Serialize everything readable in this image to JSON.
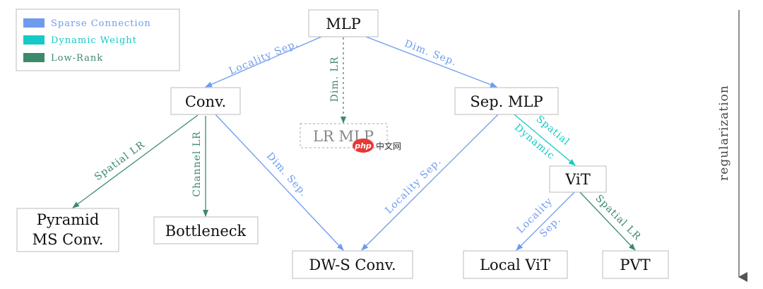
{
  "colors": {
    "sparse": "#6e9bf0",
    "dynamic": "#16c9c6",
    "lowrank": "#3d8a6a",
    "box_stroke": "#bbbbbb",
    "text": "#111111",
    "axis": "#555555"
  },
  "legend": [
    {
      "label": "Sparse Connection",
      "color": "sparse"
    },
    {
      "label": "Dynamic Weight",
      "color": "dynamic"
    },
    {
      "label": "Low-Rank",
      "color": "lowrank"
    }
  ],
  "nodes": {
    "mlp": "MLP",
    "conv": "Conv.",
    "lr_mlp": "LR MLP",
    "sep_mlp": "Sep. MLP",
    "vit": "ViT",
    "pyramid_line1": "Pyramid",
    "pyramid_line2": "MS Conv.",
    "bottleneck": "Bottleneck",
    "dws_conv": "DW-S Conv.",
    "local_vit": "Local ViT",
    "pvt": "PVT"
  },
  "edges": {
    "mlp_conv": "Locality Sep.",
    "mlp_lrmlp": "Dim. LR",
    "mlp_sepmlp": "Dim. Sep.",
    "conv_pyramid": "Spatial LR",
    "conv_bottleneck": "Channel LR",
    "conv_dws": "Dim. Sep.",
    "sepmlp_dws": "Locality Sep.",
    "sepmlp_vit_1": "Spatial",
    "sepmlp_vit_2": "Dynamic",
    "vit_local_1": "Locality",
    "vit_local_2": "Sep.",
    "vit_pvt": "Spatial LR"
  },
  "axis": {
    "label": "regularization"
  },
  "watermark": {
    "badge": "php",
    "text": "中文网"
  }
}
